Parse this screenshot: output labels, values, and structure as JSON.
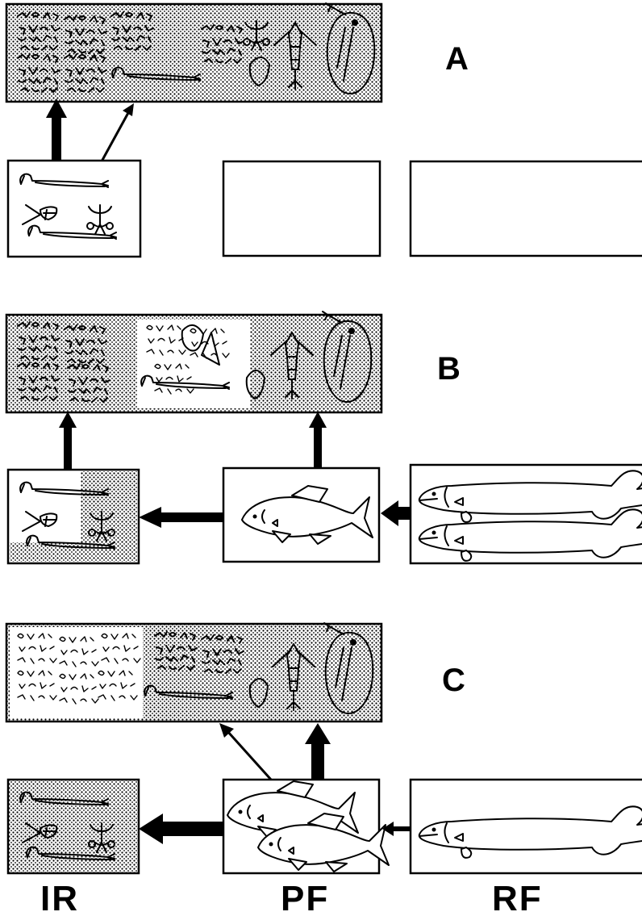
{
  "panels": [
    {
      "letter": "A"
    },
    {
      "letter": "B"
    },
    {
      "letter": "C"
    }
  ],
  "columns": {
    "ir": "IR",
    "pf": "PF",
    "rf": "RF"
  }
}
